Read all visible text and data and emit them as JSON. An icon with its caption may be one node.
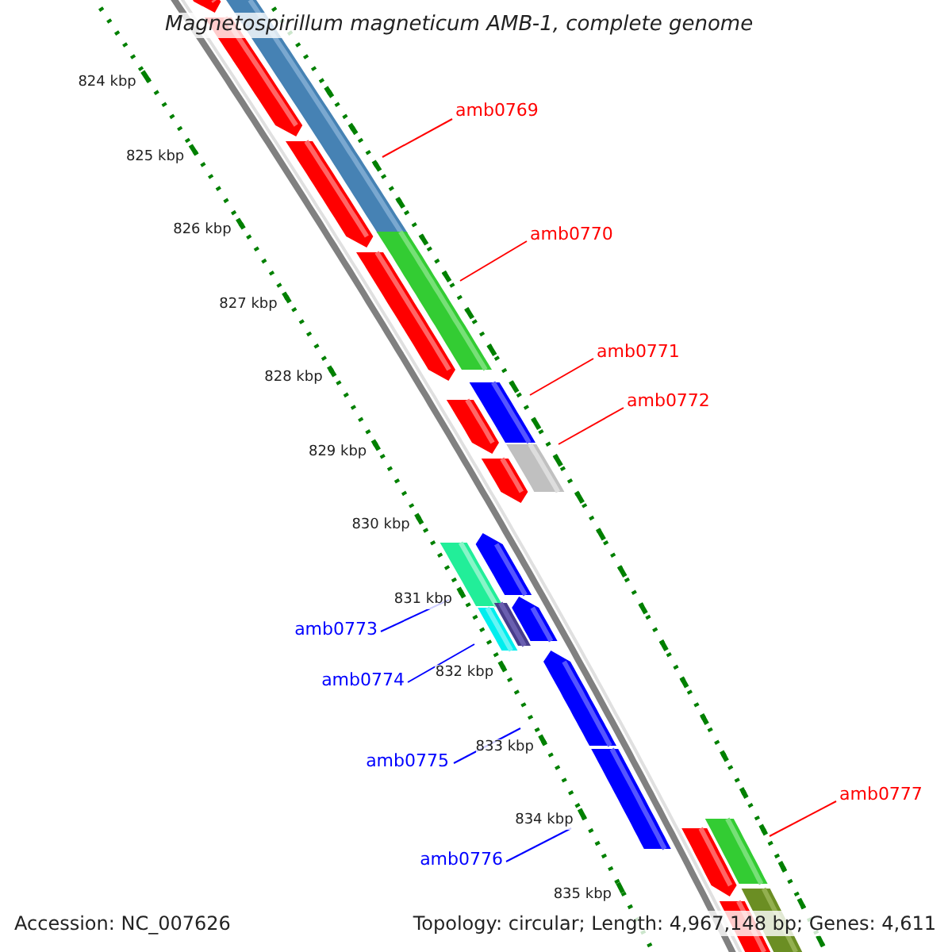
{
  "diagram": {
    "title": "Magnetospirillum magneticum AMB-1, complete genome",
    "nodes": [
      {
        "text": [
          "amb0769"
        ]
      },
      {
        "text": [
          "amb0770"
        ]
      },
      {
        "text": [
          "amb0771"
        ]
      },
      {
        "text": [
          "amb0772"
        ]
      },
      {
        "text": [
          "amb0773"
        ]
      },
      {
        "text": [
          "amb0774"
        ]
      },
      {
        "text": [
          "amb0775"
        ]
      },
      {
        "text": [
          "amb0776"
        ]
      },
      {
        "text": [
          "amb0777"
        ]
      },
      {
        "text": [],
        "shape": "bar"
      },
      {
        "text": [],
        "shape": "bar"
      },
      {
        "text": [],
        "shape": "bar"
      },
      {
        "text": [],
        "shape": "bar"
      },
      {
        "text": [],
        "shape": "bar"
      },
      {
        "text": [],
        "shape": "bar"
      },
      {
        "text": [],
        "shape": "bar"
      },
      {
        "text": [],
        "shape": "bar"
      },
      {
        "text": [],
        "shape": "bar"
      },
      {
        "text": [],
        "shape": "bar"
      },
      {
        "text": [],
        "shape": "bar"
      },
      {
        "text": [],
        "shape": "bar"
      },
      {
        "text": [],
        "shape": "bar"
      },
      {
        "text": [],
        "shape": "bar"
      },
      {
        "text": [],
        "shape": "bar"
      },
      {
        "text": [],
        "shape": "bar"
      },
      {
        "text": [],
        "shape": "bar"
      },
      {
        "text": [],
        "shape": "bar"
      },
      {
        "text": [],
        "shape": "bar"
      },
      {
        "text": [],
        "shape": "bar"
      },
      {
        "text": [],
        "shape": "bar"
      }
    ],
    "edges": [
      {
        "from": 0,
        "to": 10,
        "arrow": "none"
      },
      {
        "from": 1,
        "to": 13,
        "arrow": "none"
      },
      {
        "from": 2,
        "to": 15,
        "arrow": "none"
      },
      {
        "from": 3,
        "to": 17,
        "arrow": "none"
      },
      {
        "from": 4,
        "to": 20,
        "arrow": "none",
        "color": "#0000ff"
      },
      {
        "from": 5,
        "to": 23,
        "arrow": "none",
        "color": "#0000ff"
      },
      {
        "from": 6,
        "to": 24,
        "arrow": "none",
        "color": "#0000ff"
      },
      {
        "from": 7,
        "to": 25,
        "arrow": "none",
        "color": "#0000ff"
      },
      {
        "from": 8,
        "to": 26,
        "arrow": "none"
      }
    ],
    "labels": [
      "824 kbp",
      "825 kbp",
      "826 kbp",
      "827 kbp",
      "828 kbp",
      "829 kbp",
      "830 kbp",
      "831 kbp",
      "832 kbp",
      "833 kbp",
      "834 kbp",
      "835 kbp",
      "Accession: NC_007626",
      "Topology: circular; Length: 4,967,148 bp; Genes: 4,611"
    ]
  }
}
